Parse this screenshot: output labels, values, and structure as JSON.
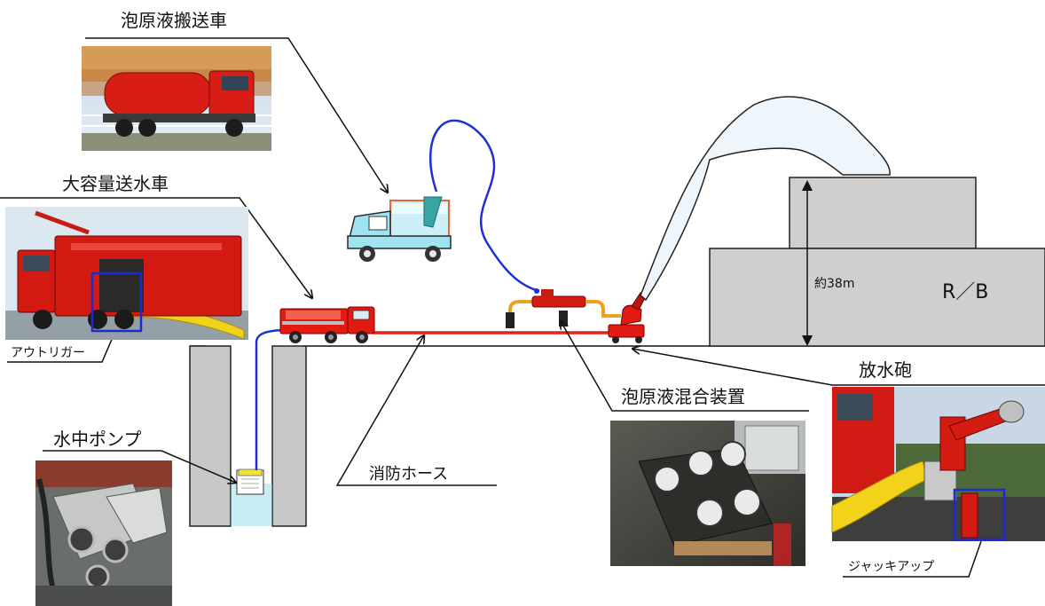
{
  "labels": {
    "foam_transport_truck": "泡原液搬送車",
    "large_water_truck": "大容量送水車",
    "outrigger": "アウトリガー",
    "submersible_pump": "水中ポンプ",
    "fire_hose": "消防ホース",
    "foam_mixing_device": "泡原液混合装置",
    "water_cannon": "放水砲",
    "jack_up": "ジャッキアップ",
    "height": "約38m",
    "reactor_building": "R／B"
  },
  "icons": {
    "foam_truck_photo": "tanker-truck-photo",
    "water_truck_photo": "crane-truck-photo",
    "pump_photo": "submersible-pump-photo",
    "mixer_photo": "mixing-device-photo",
    "cannon_photo": "water-cannon-photo"
  },
  "colors": {
    "hose_red": "#e8201a",
    "hose_blue": "#1f2fd8",
    "hose_orange": "#f0a020",
    "building_gray": "#cfcfcf",
    "highlight_blue": "#1a2cd0"
  }
}
